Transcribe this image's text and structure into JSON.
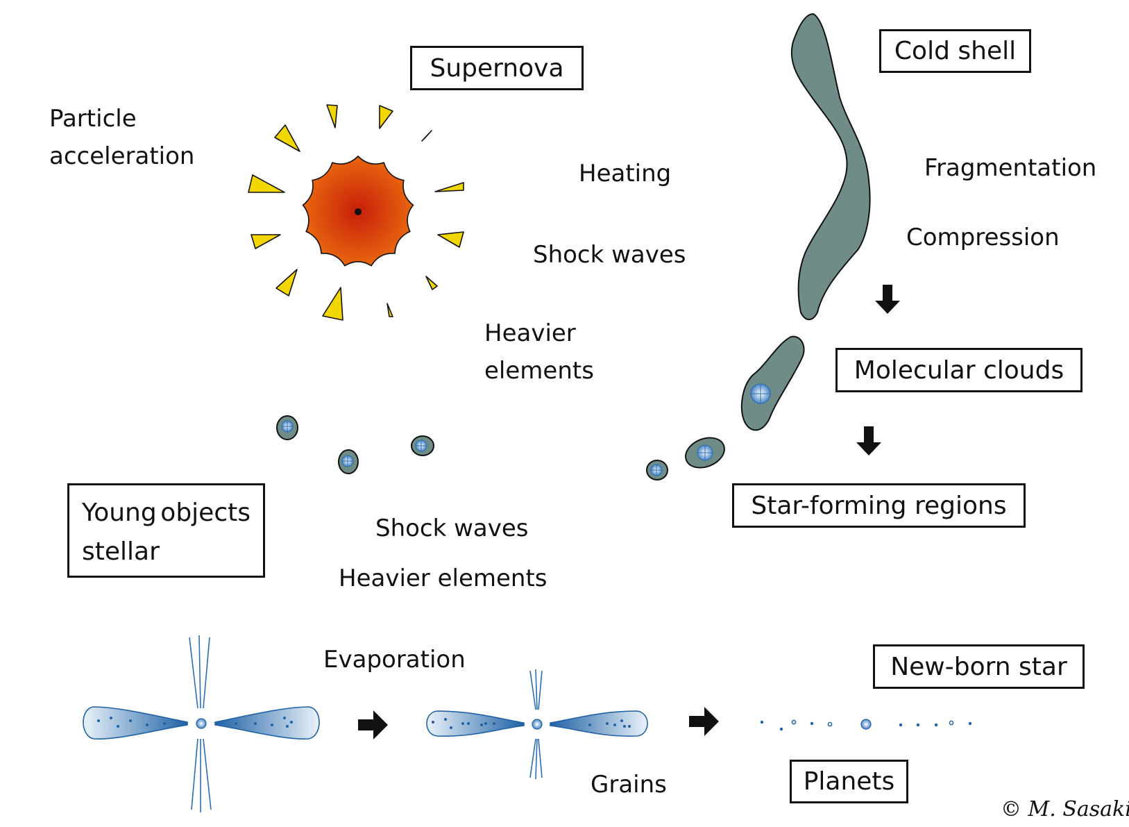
{
  "boxes": {
    "supernova": "Supernova",
    "cold_shell": "Cold shell",
    "molecular_clouds": "Molecular clouds",
    "star_forming_regions": "Star-forming regions",
    "young_stellar_objects": [
      "Young stellar",
      "objects"
    ],
    "new_born_star": "New-born star",
    "planets": "Planets"
  },
  "labels": {
    "particle_acceleration": [
      "Particle",
      "acceleration"
    ],
    "heating": "Heating",
    "shock_waves_top": "Shock waves",
    "heavier_elements_top": [
      "Heavier",
      "elements"
    ],
    "fragmentation": "Fragmentation",
    "compression": "Compression",
    "shock_waves_mid": "Shock waves",
    "heavier_elements_mid": "Heavier elements",
    "evaporation": "Evaporation",
    "grains": "Grains"
  },
  "credit": "©  M. Sasaki",
  "colors": {
    "cloud": "#6f8c89",
    "supernova_center": "#c81e0a",
    "supernova_edge": "#e8620e",
    "ejecta": "#f2d600",
    "disk_dark": "#1f62a5",
    "disk_light": "#e6f0f8",
    "stroke": "#111111"
  },
  "icons": [
    "down-arrow-icon",
    "right-arrow-icon",
    "supernova-burst-icon",
    "protostar-icon"
  ]
}
